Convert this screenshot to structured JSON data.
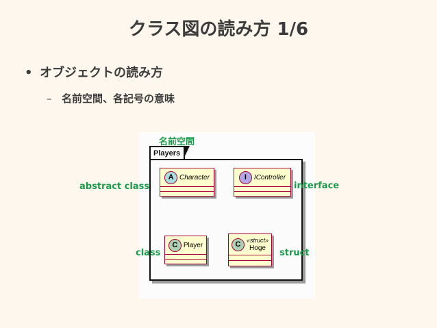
{
  "slide": {
    "title": "クラス図の読み方 1/6",
    "bullet": "オブジェクトの読み方",
    "sub_bullet": "名前空間、各記号の意味"
  },
  "diagram": {
    "package_name": "Players",
    "classes": [
      {
        "name": "Character",
        "spot": "A",
        "kind": "abstract class",
        "spot_color": "#a9dcdf"
      },
      {
        "name": "IController",
        "spot": "I",
        "kind": "interface",
        "spot_color": "#b4a7e5"
      },
      {
        "name": "Player",
        "spot": "C",
        "kind": "class",
        "spot_color": "#add1b2"
      },
      {
        "name": "Hoge",
        "spot": "C",
        "kind": "struct",
        "stereotype": "«struct»",
        "spot_color": "#add1b2"
      }
    ]
  },
  "annotations": {
    "namespace": "名前空間",
    "abstract_class": "abstract class",
    "interface": "interface",
    "class": "class",
    "struct": "struct",
    "color": "#1a9a4a"
  }
}
